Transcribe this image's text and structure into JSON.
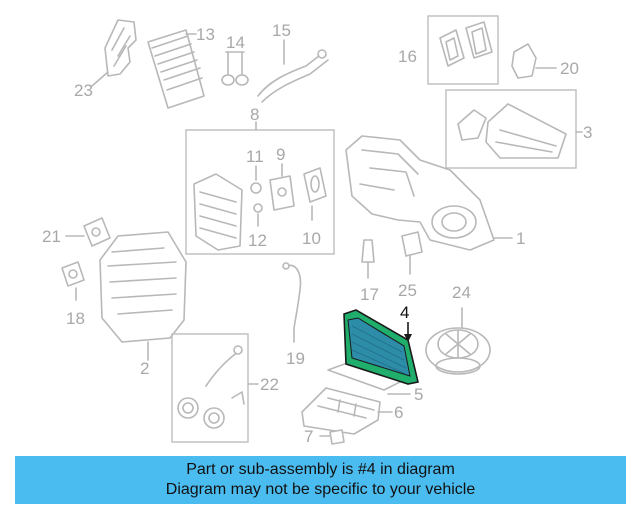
{
  "callouts": {
    "n1": "1",
    "n2": "2",
    "n3": "3",
    "n4": "4",
    "n5": "5",
    "n6": "6",
    "n7": "7",
    "n8": "8",
    "n9": "9",
    "n10": "10",
    "n11": "11",
    "n12": "12",
    "n13": "13",
    "n14": "14",
    "n15": "15",
    "n16": "16",
    "n17": "17",
    "n18": "18",
    "n19": "19",
    "n20": "20",
    "n21": "21",
    "n22": "22",
    "n23": "23",
    "n24": "24",
    "n25": "25"
  },
  "highlight": {
    "part": "4",
    "color": "#1fae6b",
    "fill": "#2d8ca8"
  },
  "banner": {
    "line1": "Part or sub-assembly is #4 in diagram",
    "line2": "Diagram may not be specific to your vehicle",
    "color": "#4bbcf0"
  }
}
